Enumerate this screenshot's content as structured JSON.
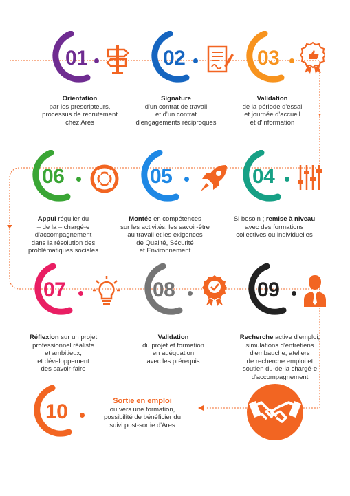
{
  "accent_orange": "#f26522",
  "steps": [
    {
      "number": "01",
      "color": "#6f2c91",
      "icon": "signpost-icon",
      "title": "Orientation",
      "lines": [
        "par les prescripteurs,",
        "processus de recrutement",
        "chez Ares"
      ]
    },
    {
      "number": "02",
      "color": "#1565c0",
      "icon": "contract-signature-icon",
      "title": "Signature",
      "lines": [
        "d'un contrat de travail",
        "et d'un contrat",
        "d'engagements réciproques"
      ]
    },
    {
      "number": "03",
      "color": "#f7931e",
      "icon": "award-thumbs-up-icon",
      "title": "Validation",
      "lines": [
        "de la période d'essai",
        "et journée d'accueil",
        "et d'information"
      ]
    },
    {
      "number": "04",
      "color": "#16a085",
      "icon": "sliders-icon",
      "title_plain": "Si besoin ; ",
      "title_bold": "remise à niveau",
      "lines": [
        "avec des formations",
        "collectives ou individuelles"
      ]
    },
    {
      "number": "05",
      "color": "#1e88e5",
      "icon": "rocket-icon",
      "title_bold": "Montée",
      "title_plain": " en compétences",
      "lines": [
        "sur les activités, les savoir-être",
        "au travail et les exigences",
        "de Qualité, Sécurité",
        "et Environnement"
      ]
    },
    {
      "number": "06",
      "color": "#3aa635",
      "icon": "lifebuoy-icon",
      "title_bold": "Appui",
      "title_plain": " régulier du",
      "lines": [
        "– de la – chargé-e",
        "d'accompagnement",
        "dans la résolution des",
        "problématiques sociales"
      ]
    },
    {
      "number": "07",
      "color": "#e91e63",
      "icon": "lightbulb-icon",
      "title_bold": "Réflexion",
      "title_plain": " sur un projet",
      "lines": [
        "professionnel réaliste",
        "et ambitieux,",
        "et développement",
        "des savoir-faire"
      ]
    },
    {
      "number": "08",
      "color": "#757575",
      "icon": "quality-badge-icon",
      "title": "Validation",
      "lines": [
        "du projet et formation",
        "en adéquation",
        "avec les prérequis"
      ]
    },
    {
      "number": "09",
      "color": "#222222",
      "icon": "businessman-icon",
      "title_bold": "Recherche",
      "title_plain": " active d'emploi,",
      "lines": [
        "simulations d'entretiens",
        "d'embauche, ateliers",
        "de recherche emploi et",
        "soutien du-de-la chargé-e",
        "d'accompagnement"
      ]
    },
    {
      "number": "10",
      "color": "#f26522",
      "icon": "handshake-icon",
      "title": "Sortie en emploi",
      "lines": [
        "ou vers une formation,",
        "possibilité de bénéficier du",
        "suivi post-sortie d'Ares"
      ]
    }
  ]
}
